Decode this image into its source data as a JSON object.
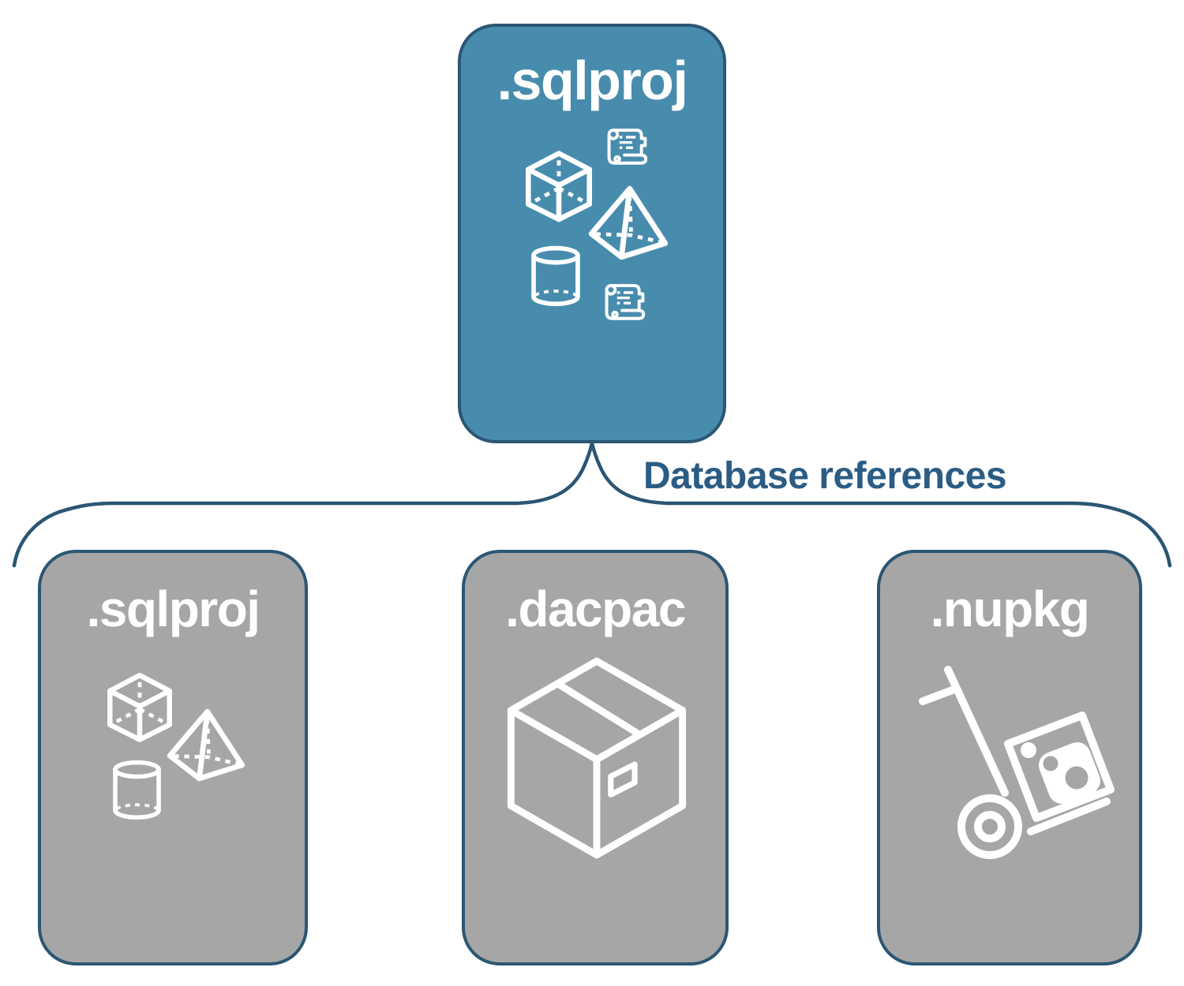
{
  "diagram": {
    "root": {
      "label": ".sqlproj",
      "icons": [
        "scroll-icon",
        "cube-icon",
        "pyramid-icon",
        "cylinder-icon",
        "scroll-icon"
      ]
    },
    "connector": {
      "label": "Database references"
    },
    "children": [
      {
        "label": ".sqlproj",
        "icons": [
          "cube-icon",
          "pyramid-icon",
          "cylinder-icon"
        ]
      },
      {
        "label": ".dacpac",
        "icons": [
          "package-box-icon"
        ]
      },
      {
        "label": ".nupkg",
        "icons": [
          "nuget-handtruck-icon"
        ]
      }
    ],
    "colors": {
      "root_fill": "#488CAD",
      "child_fill": "#A6A6A6",
      "border": "#2B5674",
      "connector_text": "#2B5C84",
      "icon": "#FFFFFF"
    }
  }
}
